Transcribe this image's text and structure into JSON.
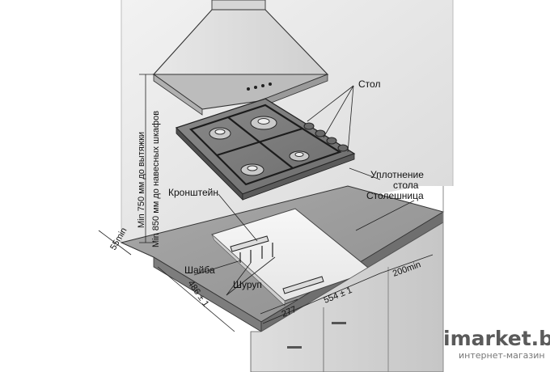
{
  "labels": {
    "stol": "Стол",
    "uplotnenie_line1": "Уплотнение",
    "uplotnenie_line2": "стола",
    "kronshtein": "Кронштейн",
    "stoleshnica": "Столешница",
    "shaiba": "Шайба",
    "shurup": "Шуруп"
  },
  "dimensions": {
    "min_hood": "Min 750 мм до вытяжки",
    "min_cabinets": "Min 850 мм до навесных шкафов",
    "wall_gap": "55min",
    "side_gap": "200min",
    "depth": "486 ± 1",
    "width": "554 ± 1",
    "bracket_offset": "277"
  },
  "watermark": {
    "brand": "imarket.by",
    "tagline": "интернет-магазин"
  }
}
